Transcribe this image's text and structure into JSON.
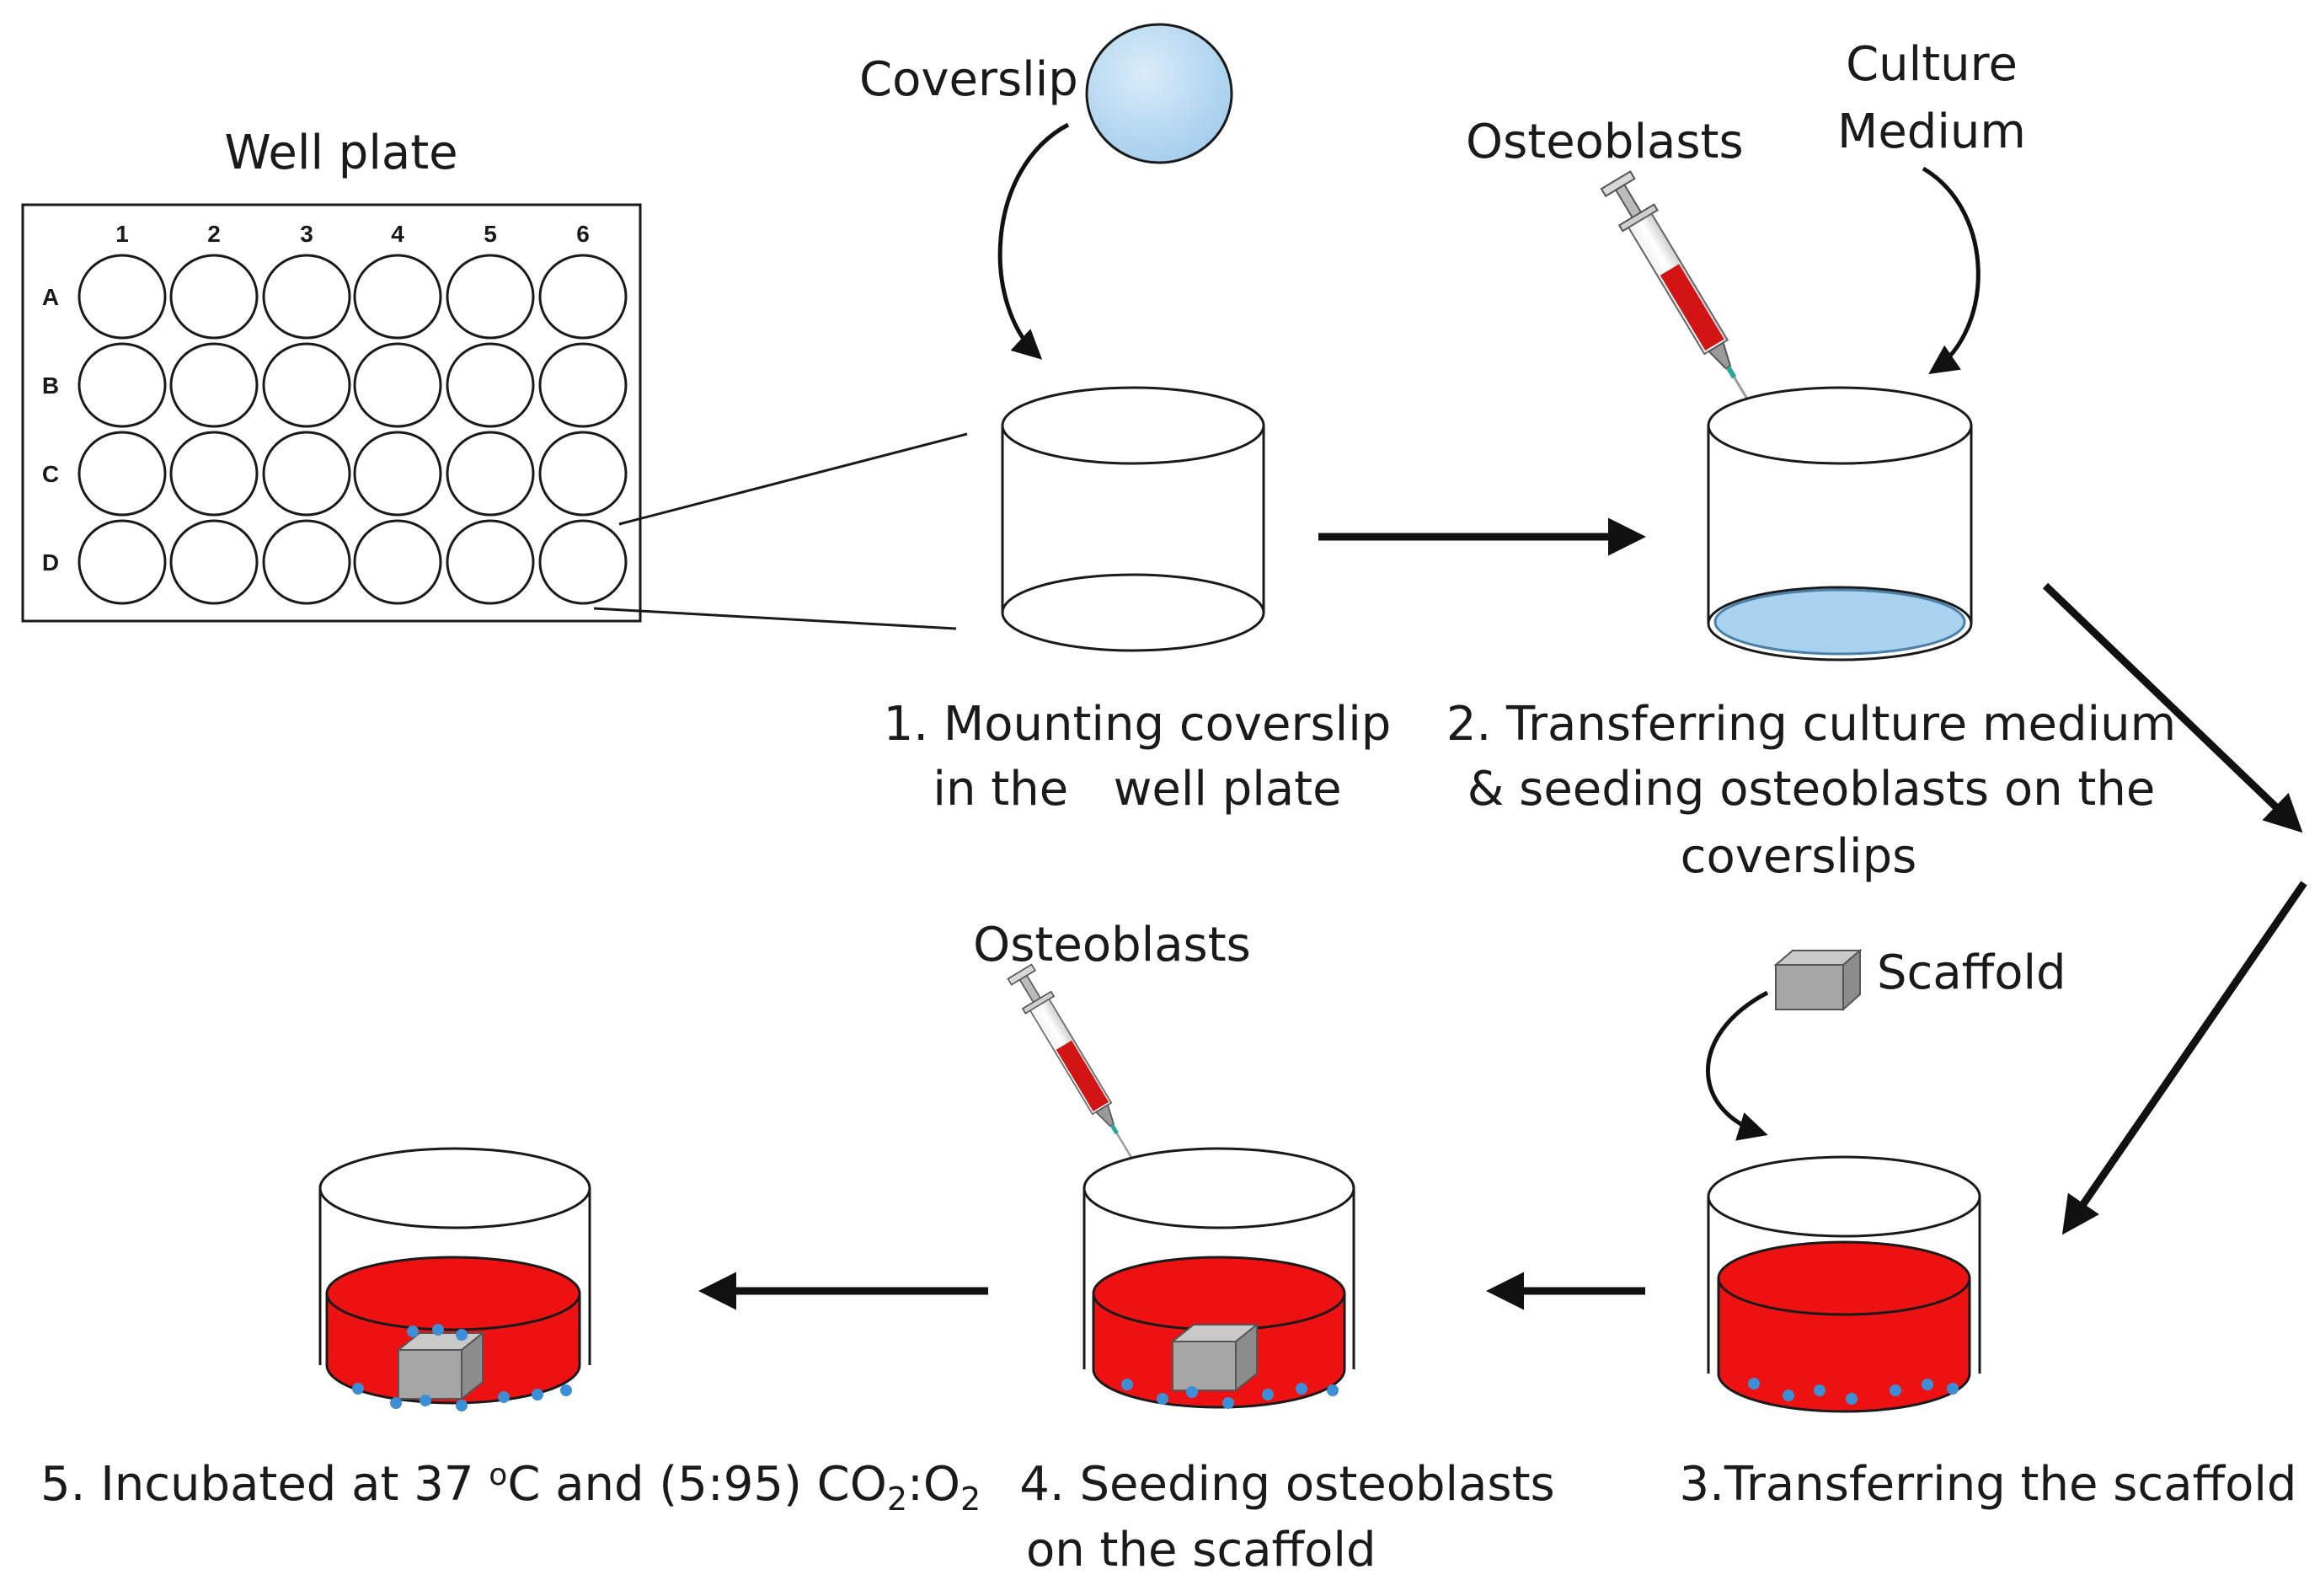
{
  "labels": {
    "well_plate": "Well plate",
    "coverslip": "Coverslip",
    "osteoblasts_top": "Osteoblasts",
    "culture_medium_line1": "Culture",
    "culture_medium_line2": "Medium",
    "scaffold": "Scaffold",
    "osteoblasts_bottom": "Osteoblasts"
  },
  "plate": {
    "columns": [
      "1",
      "2",
      "3",
      "4",
      "5",
      "6"
    ],
    "rows": [
      "A",
      "B",
      "C",
      "D"
    ]
  },
  "steps": {
    "step1": {
      "line1": "1. Mounting coverslip",
      "line2": "in the   well plate"
    },
    "step2": {
      "line1": "2. Transferring culture medium",
      "line2": "& seeding osteoblasts on the",
      "line3": "coverslips"
    },
    "step3": {
      "line1": "3.Transferring the scaffold"
    },
    "step4": {
      "line1": "4. Seeding osteoblasts",
      "line2": "on the scaffold"
    },
    "step5": {
      "prefix": "5. Incubated at 37 ",
      "deg": "o",
      "mid": "C and (5:95) CO",
      "sub1": "2",
      "colon": ":O",
      "sub2": "2"
    }
  },
  "colors": {
    "medium_red": "#ee1111",
    "coverslip_blue": "#a9d2ee",
    "cell_blue": "#3c8fd6",
    "scaffold_gray": "#a6a6a6",
    "stroke": "#1a1a1a"
  }
}
